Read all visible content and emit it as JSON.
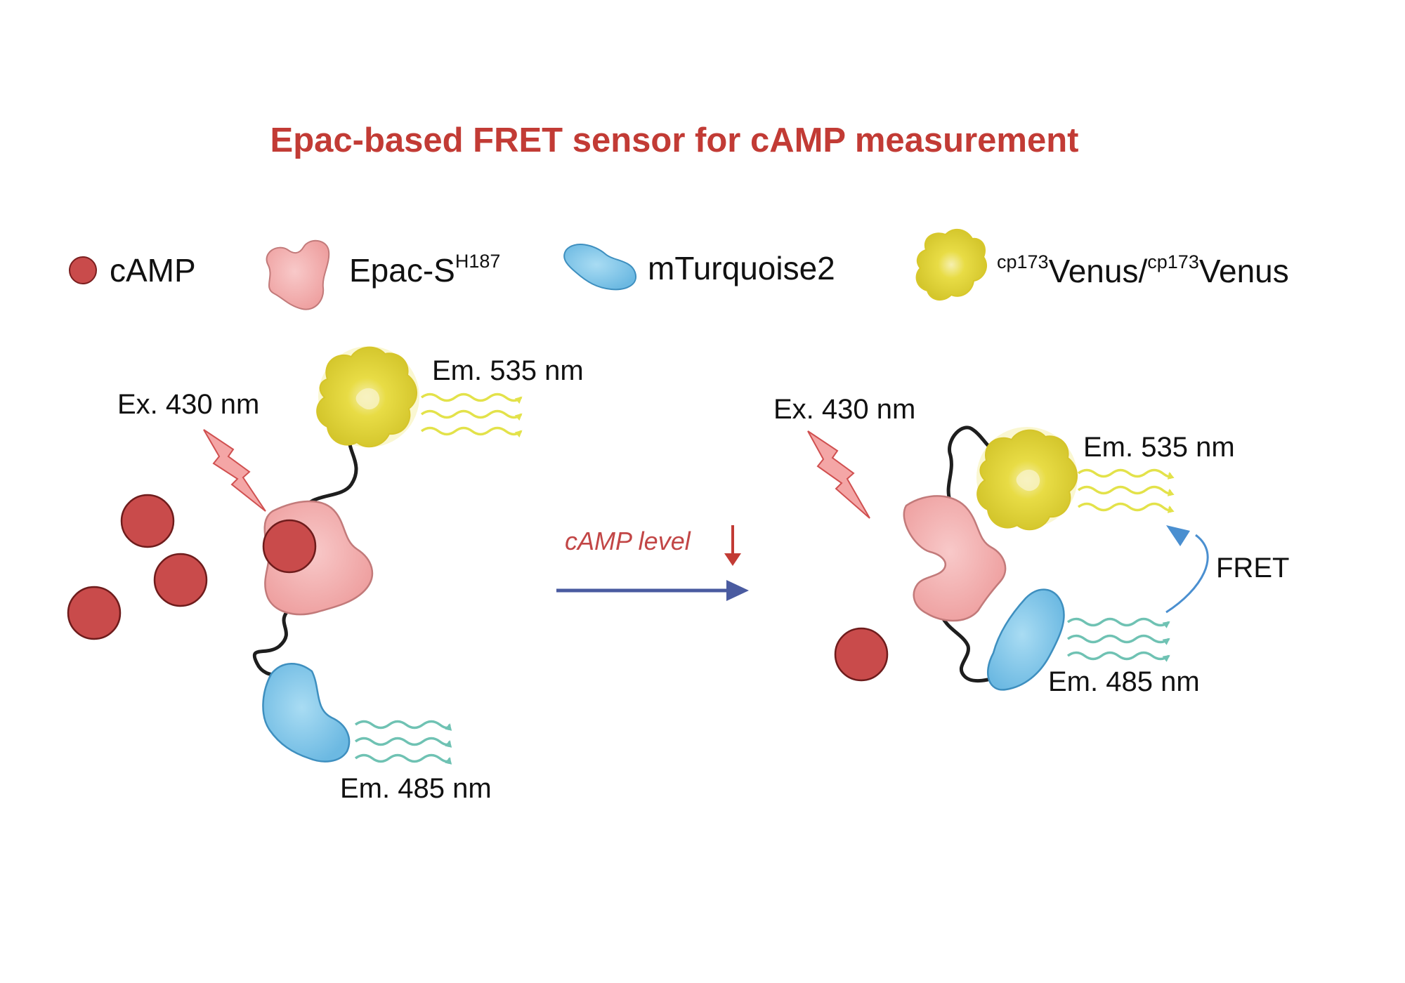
{
  "title": "Epac-based FRET sensor for cAMP measurement",
  "legend": {
    "camp": "cAMP",
    "epac": "Epac-S",
    "epac_sup": "H187",
    "turquoise": "mTurquoise2",
    "venus_sup_1": "cp173",
    "venus_1": "Venus/",
    "venus_sup_2": "cp173",
    "venus_2": "Venus"
  },
  "left_state": {
    "excitation": "Ex. 430 nm",
    "emission_venus": "Em. 535 nm",
    "emission_turquoise": "Em. 485 nm"
  },
  "transition": {
    "label": "cAMP level",
    "direction_symbol": "↓"
  },
  "right_state": {
    "excitation": "Ex. 430 nm",
    "emission_venus": "Em. 535 nm",
    "emission_turquoise": "Em. 485 nm",
    "fret": "FRET"
  },
  "colors": {
    "title": "#c23b35",
    "camp": "#c94b4b",
    "epac": "#f3b3b3",
    "turquoise": "#82c8ea",
    "venus": "#e6d83a",
    "arrow_main": "#4a5ba0",
    "arrow_level": "#c23b35",
    "fret_arrow": "#4a8fd0",
    "wave_yellow": "#e3e24a",
    "wave_teal": "#6fc2b3",
    "bolt": "#f4a6a6"
  }
}
